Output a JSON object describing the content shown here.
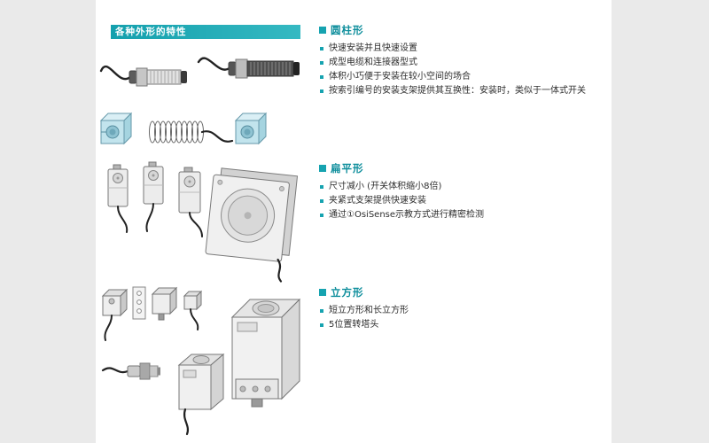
{
  "header": {
    "title": "各种外形的特性"
  },
  "sections": [
    {
      "title": "圆柱形",
      "bullets": [
        "快速安装并且快速设置",
        "成型电缆和连接器型式",
        "体积小巧便于安装在较小空间的场合",
        "按索引编号的安装支架提供其互换性：安装时，类似于一体式开关"
      ]
    },
    {
      "title": "扁平形",
      "bullets": [
        "尺寸减小 (开关体积缩小8倍)",
        "夹紧式支架提供快速安装",
        "通过①OsiSense示教方式进行精密检测"
      ]
    },
    {
      "title": "立方形",
      "bullets": [
        "短立方形和长立方形",
        "5位置转塔头"
      ]
    }
  ],
  "colors": {
    "accent_teal": "#16a3b0",
    "section_title": "#0e8e9c",
    "bracket_blue": "#c2e4ed",
    "margin_gray": "#eaeaea"
  },
  "illustrations": [
    {
      "icon": "cylindrical-sensors-illustration"
    },
    {
      "icon": "mounting-brackets-illustration"
    },
    {
      "icon": "flat-sensors-illustration"
    },
    {
      "icon": "cubic-sensors-illustration"
    }
  ]
}
